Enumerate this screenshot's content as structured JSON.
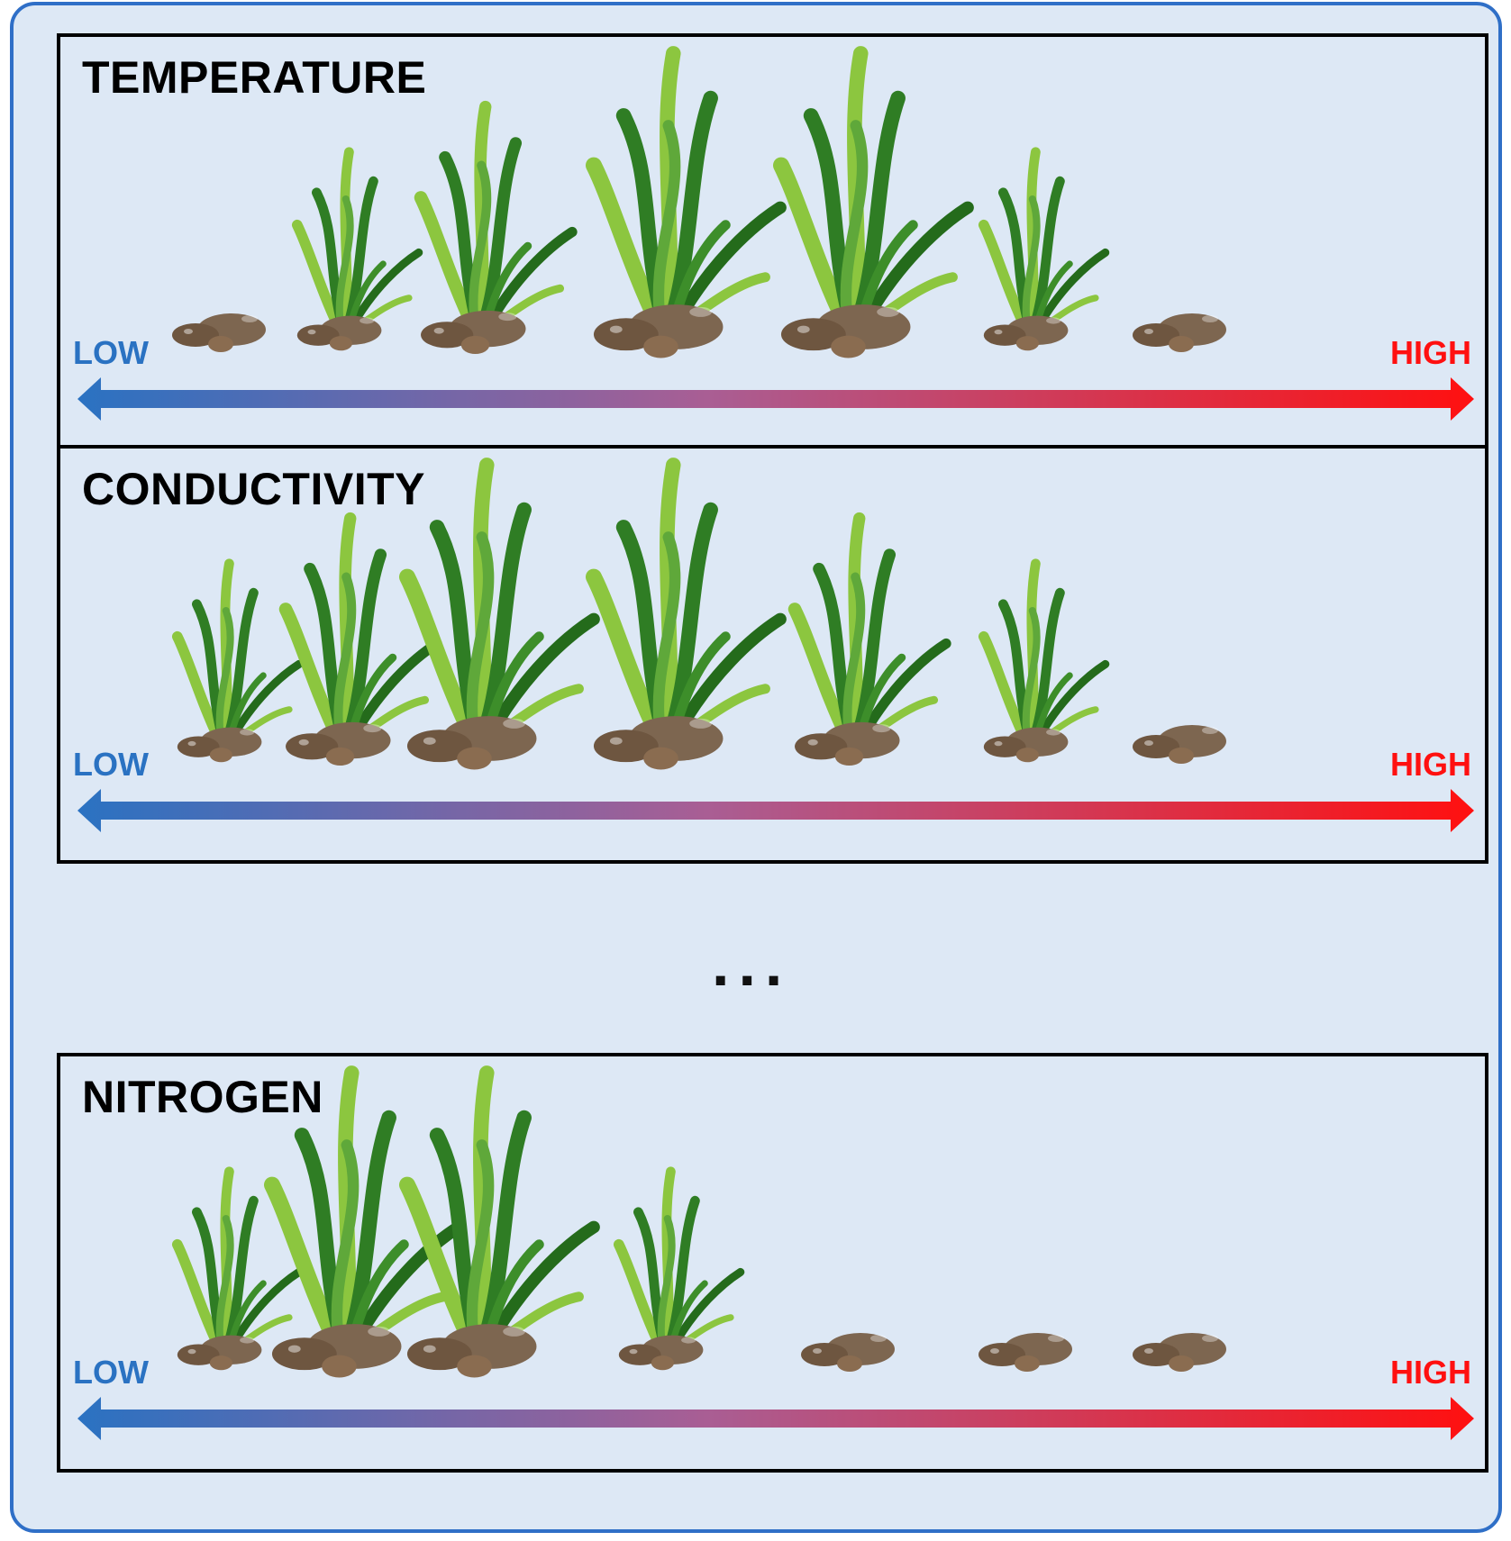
{
  "panels": [
    {
      "title": "TEMPERATURE",
      "low_label": "LOW",
      "high_label": "HIGH",
      "plant_levels": [
        0,
        2,
        3,
        4,
        4,
        2,
        0
      ]
    },
    {
      "title": "CONDUCTIVITY",
      "low_label": "LOW",
      "high_label": "HIGH",
      "plant_levels": [
        2,
        3,
        4,
        4,
        3,
        2,
        0
      ]
    },
    {
      "title": "NITROGEN",
      "low_label": "LOW",
      "high_label": "HIGH",
      "plant_levels": [
        2,
        4,
        4,
        2,
        0,
        0,
        0
      ]
    }
  ],
  "ellipsis": "...",
  "level_scale": "0 = bare rocks (no plant), 1-4 = increasing plant size",
  "colors": {
    "frame_border": "#2f6fc7",
    "background": "#dde8f5",
    "low": "#2a72c2",
    "high": "#ff1010",
    "plant_dark": "#2f7d24",
    "plant_light": "#8cc63f",
    "rock": "#7d6650"
  }
}
